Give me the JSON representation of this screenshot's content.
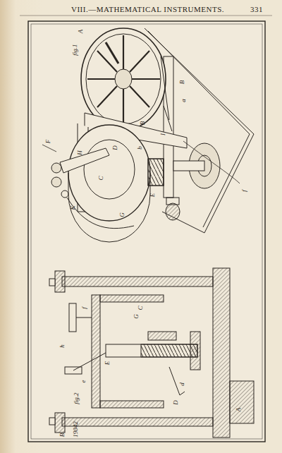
{
  "diagram": {
    "title": "VIII.—MATHEMATICAL INSTRUMENTS.",
    "labels": [
      "331",
      "fig.1",
      "fig.2",
      "19042",
      "A",
      "B",
      "B",
      "a",
      "F",
      "f",
      "C",
      "G",
      "D",
      "E",
      "H",
      "K",
      "I",
      "b",
      "A",
      "B",
      "C",
      "D",
      "E",
      "G",
      "f",
      "d",
      "h",
      "e"
    ]
  }
}
